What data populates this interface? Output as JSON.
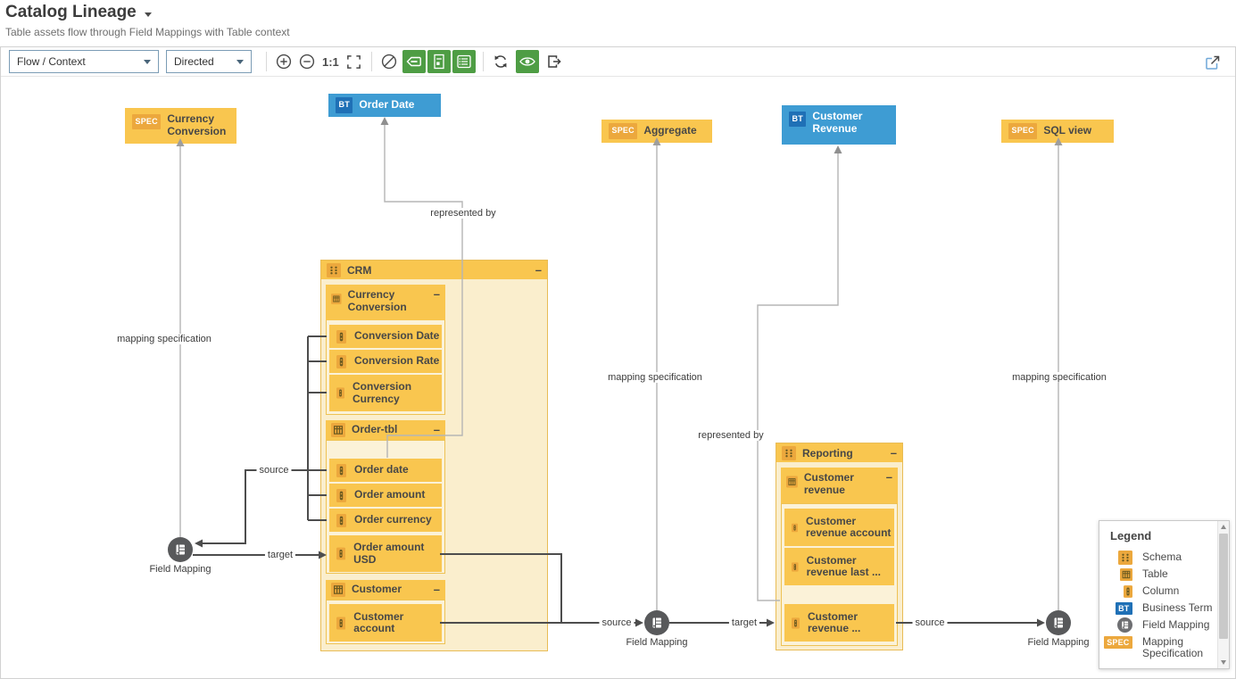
{
  "header": {
    "title": "Catalog Lineage",
    "subtitle": "Table assets flow through Field Mappings with Table context"
  },
  "toolbar": {
    "view_mode": "Flow / Context",
    "layout": "Directed",
    "zoom_reset": "1:1"
  },
  "badges": {
    "spec": "SPEC",
    "bt": "BT",
    "collapse": "–"
  },
  "nodes": {
    "currency_conversion_spec": "Currency Conversion",
    "order_date_bt": "Order Date",
    "aggregate_spec": "Aggregate",
    "customer_revenue_bt": "Customer Revenue",
    "sql_view_spec": "SQL view"
  },
  "crm": {
    "title": "CRM",
    "tables": [
      {
        "title": "Currency Conversion",
        "columns": [
          "Conversion Date",
          "Conversion Rate",
          "Conversion Currency"
        ]
      },
      {
        "title": "Order-tbl",
        "columns": [
          "Order date",
          "Order amount",
          "Order currency",
          "Order amount USD"
        ]
      },
      {
        "title": "Customer",
        "columns": [
          "Customer account"
        ]
      }
    ]
  },
  "reporting": {
    "title": "Reporting",
    "tables": [
      {
        "title": "Customer revenue",
        "columns": [
          "Customer revenue account",
          "Customer revenue last ...",
          "Customer revenue ..."
        ]
      }
    ]
  },
  "edge_labels": {
    "source": "source",
    "target": "target",
    "mapping_specification": "mapping specification",
    "represented_by": "represented by",
    "field_mapping": "Field Mapping"
  },
  "legend": {
    "title": "Legend",
    "items": [
      {
        "icon": "schema-icon",
        "label": "Schema"
      },
      {
        "icon": "table-icon",
        "label": "Table"
      },
      {
        "icon": "column-icon",
        "label": "Column"
      },
      {
        "icon": "business-term-icon",
        "label": "Business Term"
      },
      {
        "icon": "field-mapping-icon",
        "label": "Field Mapping"
      },
      {
        "icon": "mapping-specification-icon",
        "label": "Mapping Specification"
      }
    ]
  },
  "colors": {
    "node_orange": "#F9C64F",
    "badge_orange": "#ECA83D",
    "group_body": "#FAEECD",
    "node_blue": "#3E9CD3",
    "badge_blue": "#1F70B6",
    "toolbar_green": "#4E9D44",
    "field_mapping_circle": "#58595B",
    "edge_dark": "#4D4D4D",
    "edge_light": "#B5B5B5"
  }
}
